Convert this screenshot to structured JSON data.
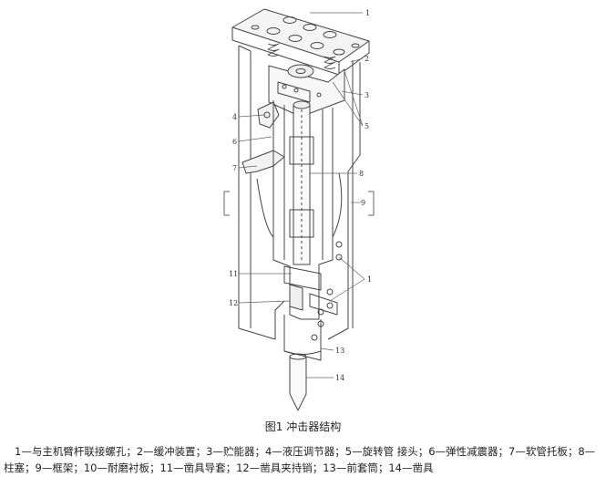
{
  "figure": {
    "caption": "图1 冲击器结构",
    "callouts": [
      "1",
      "2",
      "3",
      "4",
      "5",
      "6",
      "7",
      "8",
      "9",
      "1",
      "11",
      "12",
      "13",
      "14"
    ]
  },
  "legend": {
    "text": "1—与主机臂杆联接螺孔；2—缓冲装置；3—贮能器；4—液压调节器；5—旋转管 接头；6—弹性减震器；7—软管托板；8—柱塞；9—框架；10—耐磨衬板；11—凿具导套；12—凿具夹持销；13—前套筒；14—凿具"
  }
}
